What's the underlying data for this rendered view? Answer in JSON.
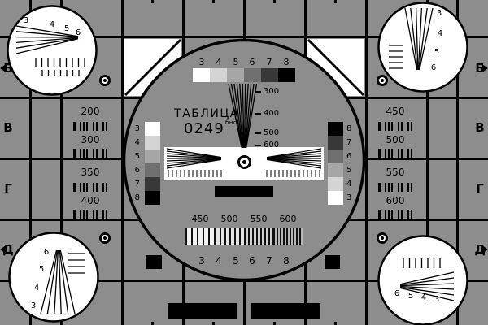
{
  "card": {
    "title": "ТАБЛИЦА",
    "code": "0249",
    "code_sup": "бнс"
  },
  "row_labels": {
    "left": [
      "Б",
      "В",
      "Г",
      "Д"
    ],
    "right": [
      "Б",
      "В",
      "Г",
      "Д"
    ]
  },
  "left_panel": {
    "labels": [
      "200",
      "300",
      "350",
      "400"
    ]
  },
  "right_panel": {
    "labels": [
      "450",
      "500",
      "550",
      "600"
    ]
  },
  "circle": {
    "top_scale": [
      "3",
      "4",
      "5",
      "6",
      "7",
      "8"
    ],
    "wedge_labels": [
      "300",
      "400",
      "500",
      "600"
    ],
    "left_steps": [
      "3",
      "4",
      "5",
      "6",
      "7",
      "8"
    ],
    "right_steps": [
      "8",
      "7",
      "6",
      "5",
      "4",
      "3"
    ],
    "burst_labels": [
      "450",
      "500",
      "550",
      "600"
    ],
    "bottom_scale": [
      "3",
      "4",
      "5",
      "6",
      "7",
      "8"
    ]
  },
  "corners": {
    "top_left": [
      "3",
      "4",
      "5",
      "6"
    ],
    "top_right": [
      "3",
      "4",
      "5",
      "6"
    ],
    "bottom_left": [
      "6",
      "5",
      "4",
      "3"
    ],
    "bottom_right": [
      "6",
      "5",
      "4",
      "3"
    ]
  },
  "colors": {
    "background": "#8d8d8d",
    "line": "#000000",
    "white": "#ffffff",
    "gray_steps": [
      "#ffffff",
      "#d4d4d4",
      "#a6a6a6",
      "#707070",
      "#383838",
      "#000000"
    ]
  }
}
